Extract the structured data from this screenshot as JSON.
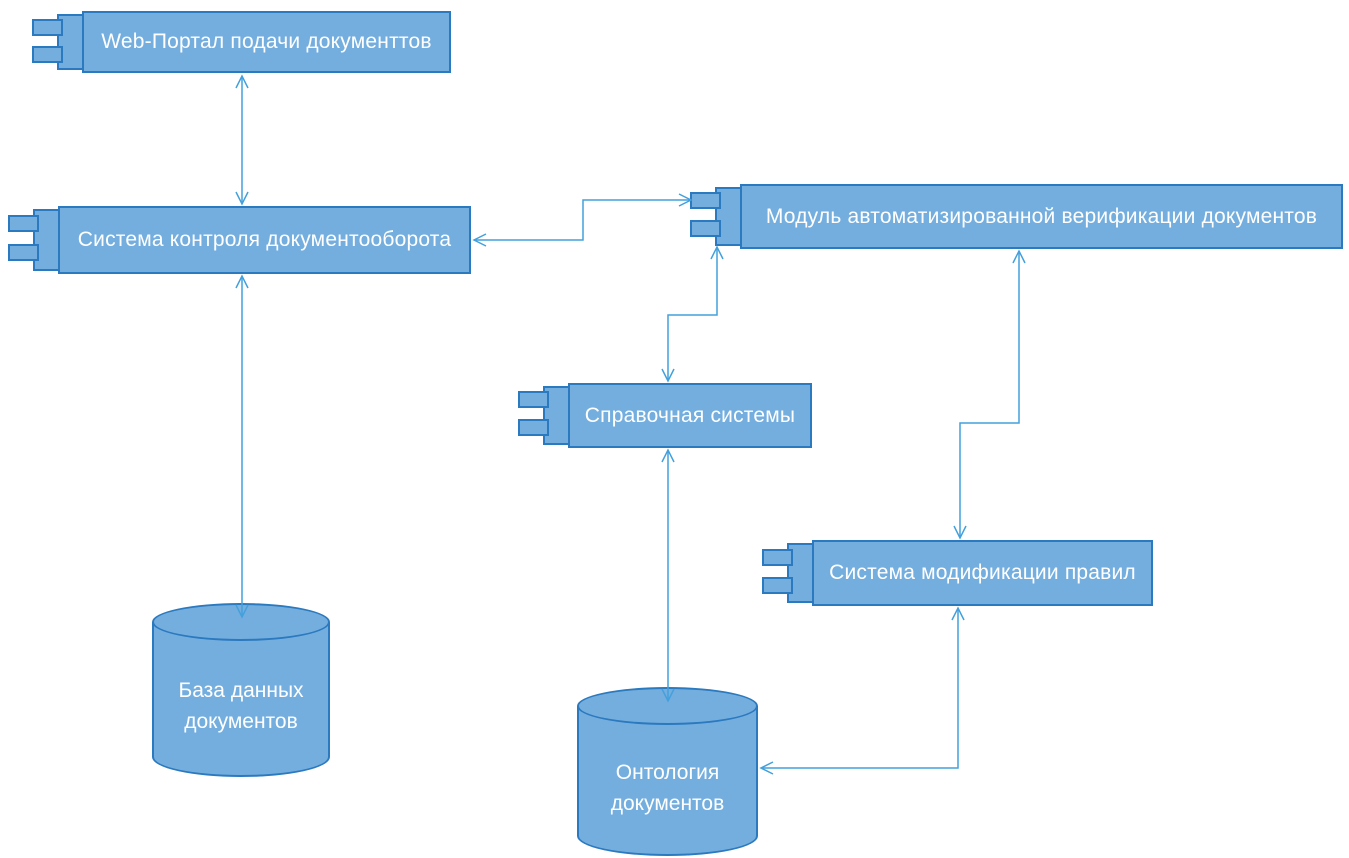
{
  "diagram": {
    "kind": "uml-component-diagram",
    "components": [
      {
        "id": "web-portal",
        "label": "Web-Портал подачи документтов"
      },
      {
        "id": "document-control-system",
        "label": "Система контроля документооборота"
      },
      {
        "id": "verification-module",
        "label": "Модуль автоматизированной верификации документов"
      },
      {
        "id": "reference-system",
        "label": "Справочная системы"
      },
      {
        "id": "rule-modification-system",
        "label": "Система модификации правил"
      }
    ],
    "databases": [
      {
        "id": "documents-db",
        "label_lines": [
          "База данных",
          "документов"
        ]
      },
      {
        "id": "documents-ontology",
        "label_lines": [
          "Онтология",
          "документов"
        ]
      }
    ],
    "connections": [
      {
        "from": "web-portal",
        "to": "document-control-system",
        "direction": "both"
      },
      {
        "from": "document-control-system",
        "to": "verification-module",
        "direction": "both"
      },
      {
        "from": "verification-module",
        "to": "reference-system",
        "direction": "both"
      },
      {
        "from": "verification-module",
        "to": "rule-modification-system",
        "direction": "both"
      },
      {
        "from": "reference-system",
        "to": "documents-ontology",
        "direction": "both"
      },
      {
        "from": "rule-modification-system",
        "to": "documents-ontology",
        "direction": "both"
      },
      {
        "from": "document-control-system",
        "to": "documents-db",
        "direction": "both"
      }
    ],
    "colors": {
      "shape_fill": "#74AEDF",
      "shape_border": "#2B79BE",
      "connector": "#44A0DC",
      "label_text": "#FFFFFF",
      "background": "#FFFFFF"
    }
  }
}
